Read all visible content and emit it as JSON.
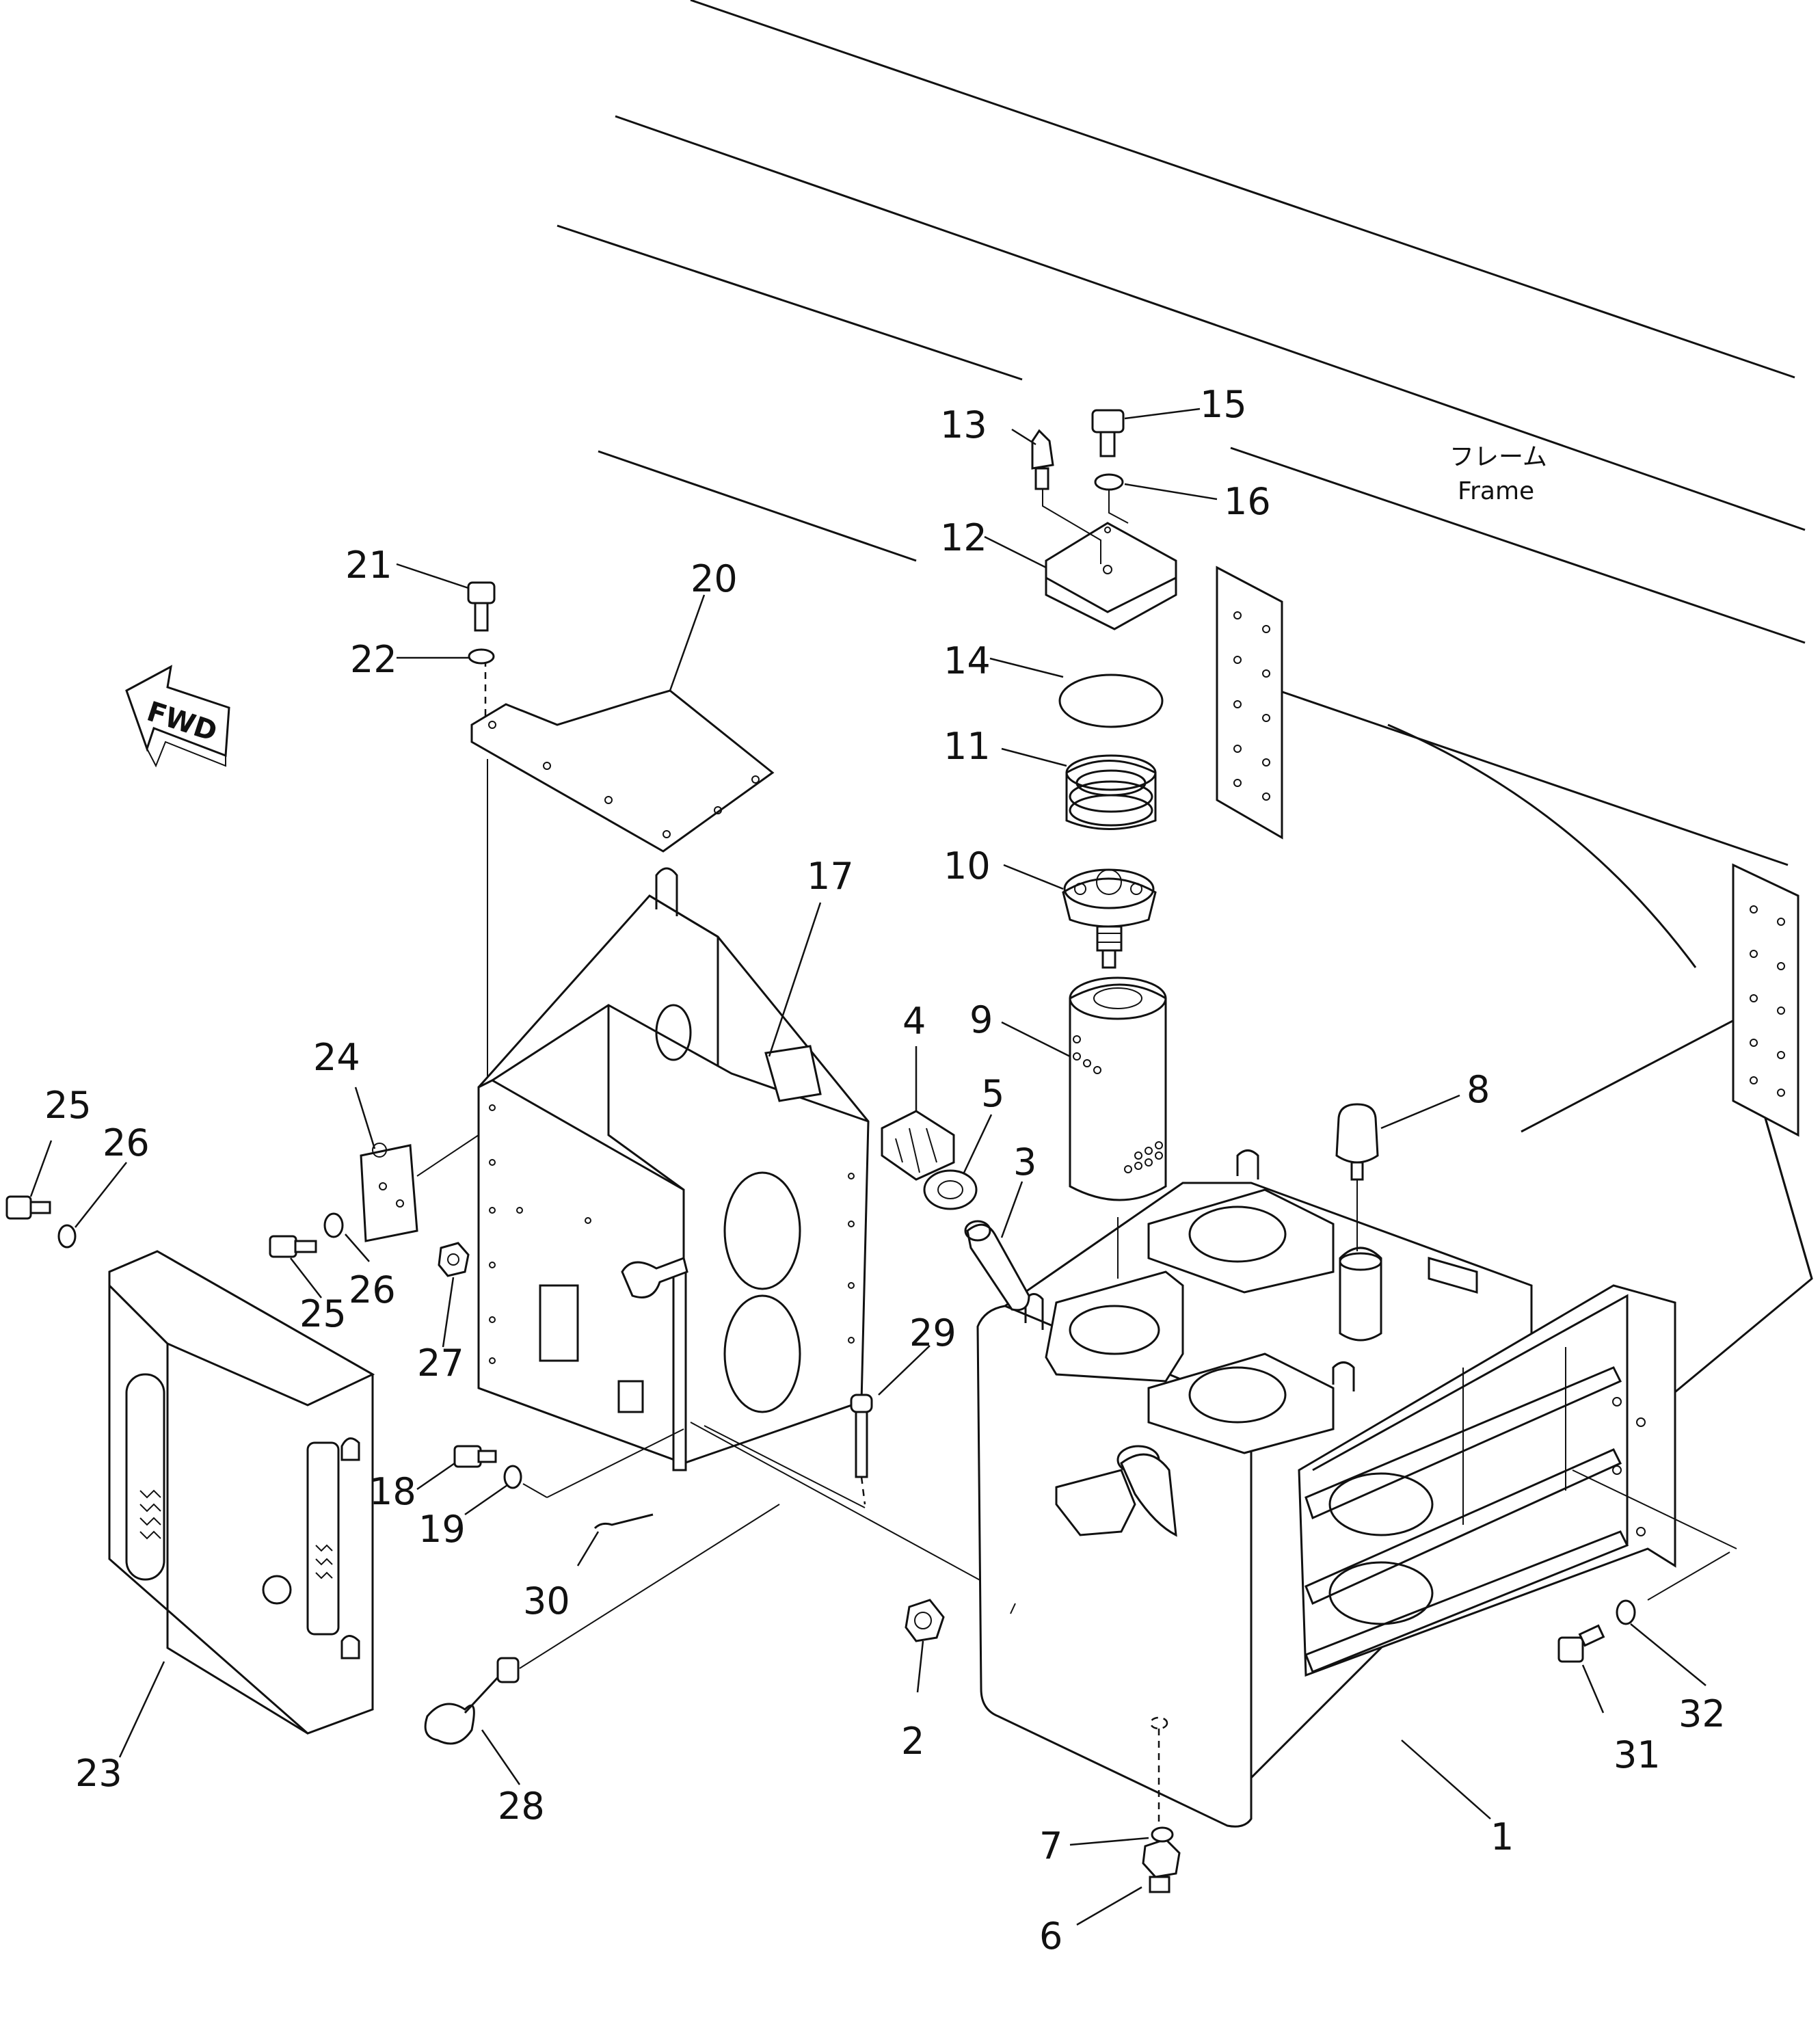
{
  "frame_label_jp": "フレーム",
  "frame_label_en": "Frame",
  "fwd_label": "FWD",
  "callouts": [
    "1",
    "2",
    "3",
    "4",
    "5",
    "6",
    "7",
    "8",
    "9",
    "10",
    "11",
    "12",
    "13",
    "14",
    "15",
    "16",
    "17",
    "18",
    "19",
    "20",
    "21",
    "22",
    "23",
    "24",
    "25",
    "25",
    "26",
    "26",
    "27",
    "28",
    "29",
    "30",
    "31",
    "32"
  ]
}
